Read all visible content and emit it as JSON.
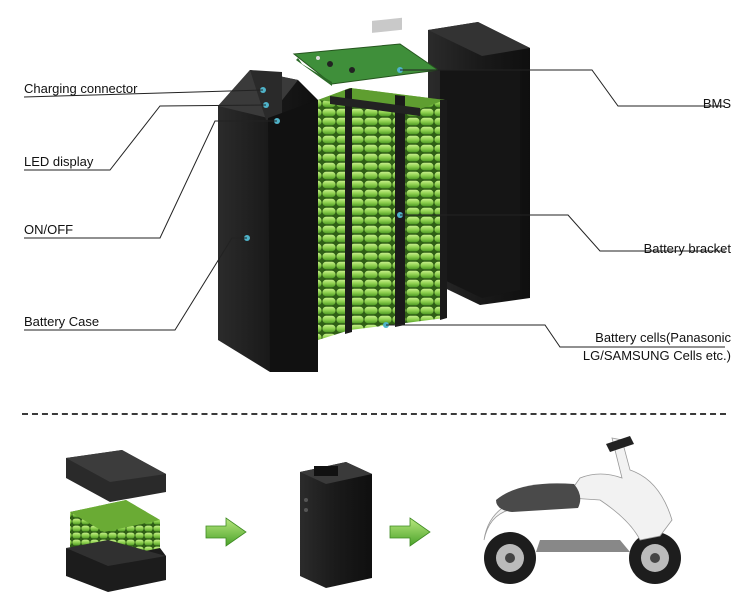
{
  "labels": {
    "charging_connector": "Charging connector",
    "led_display": "LED display",
    "on_off": "ON/OFF",
    "battery_case": "Battery Case",
    "bms": "BMS",
    "battery_bracket": "Battery bracket",
    "battery_cells_line1": "Battery cells(Panasonic",
    "battery_cells_line2": "LG/SAMSUNG Cells etc.)"
  },
  "colors": {
    "case": "#1c1c1c",
    "case_highlight": "#3a3a3a",
    "cell_green": "#8fd14f",
    "cell_dark": "#3e7d1c",
    "pcb_green": "#3f8f3a",
    "leader_line": "#222222",
    "marker_dot": "#4fb3c9",
    "arrow_green": "#6cc04a",
    "scooter_body": "#4a4a4a",
    "scooter_white": "#f2f2f2"
  },
  "icons": [
    "green-arrow-icon",
    "green-arrow-icon"
  ]
}
